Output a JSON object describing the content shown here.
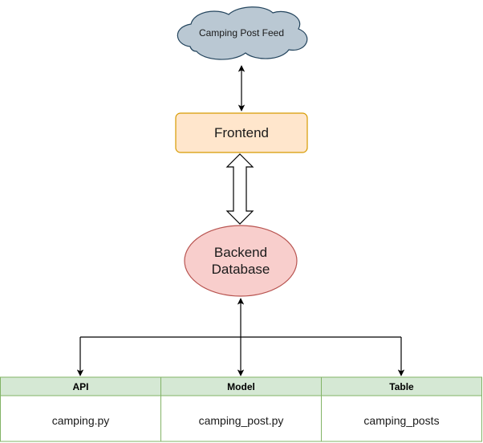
{
  "nodes": {
    "cloud": {
      "label": "Camping Post Feed"
    },
    "frontend": {
      "label": "Frontend"
    },
    "backend": {
      "line1": "Backend",
      "line2": "Database"
    }
  },
  "tables": [
    {
      "header": "API",
      "value": "camping.py"
    },
    {
      "header": "Model",
      "value": "camping_post.py"
    },
    {
      "header": "Table",
      "value": "camping_posts"
    }
  ],
  "colors": {
    "cloud_fill": "#bac8d3",
    "cloud_stroke": "#23445d",
    "frontend_fill": "#ffe6cc",
    "frontend_stroke": "#d79b00",
    "backend_fill": "#f8cecc",
    "backend_stroke": "#b85450",
    "table_header_fill": "#d5e8d4",
    "table_stroke": "#82b366",
    "edge": "#000000"
  }
}
